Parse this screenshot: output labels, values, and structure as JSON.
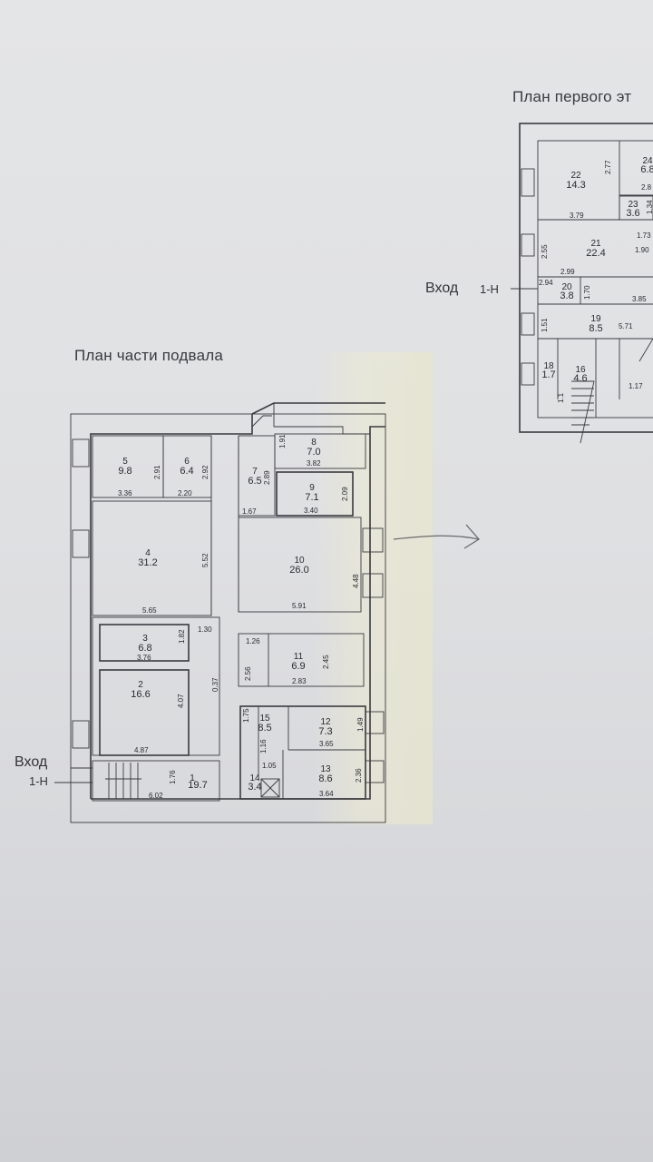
{
  "first_floor": {
    "title": "План первого эт",
    "entry_label": "Вход",
    "entry_code": "1-Н",
    "rooms": [
      {
        "num": "22",
        "area": "14.3"
      },
      {
        "num": "21",
        "area": "22.4"
      },
      {
        "num": "20",
        "area": "3.8"
      },
      {
        "num": "19",
        "area": "8.5"
      },
      {
        "num": "18",
        "area": "1.7"
      },
      {
        "num": "16",
        "area": "4.6"
      },
      {
        "num": "23",
        "area": "3.6"
      },
      {
        "num": "24",
        "area": "6.8"
      }
    ],
    "dims": [
      "2.77",
      "3.79",
      "2.55",
      "2.99",
      "2.94",
      "1.70",
      "1.51",
      "5.71",
      "3.85",
      "1.73",
      "1.90",
      "1.34",
      "2.8",
      "1.17",
      "1.1"
    ]
  },
  "basement": {
    "title": "План части подвала",
    "entry_label": "Вход",
    "entry_code": "1-Н",
    "rooms": [
      {
        "num": "5",
        "area": "9.8"
      },
      {
        "num": "6",
        "area": "6.4"
      },
      {
        "num": "7",
        "area": "6.5"
      },
      {
        "num": "8",
        "area": "7.0"
      },
      {
        "num": "9",
        "area": "7.1"
      },
      {
        "num": "4",
        "area": "31.2"
      },
      {
        "num": "10",
        "area": "26.0"
      },
      {
        "num": "3",
        "area": "6.8"
      },
      {
        "num": "11",
        "area": "6.9"
      },
      {
        "num": "2",
        "area": "16.6"
      },
      {
        "num": "15",
        "area": "8.5"
      },
      {
        "num": "12",
        "area": "7.3"
      },
      {
        "num": "13",
        "area": "8.6"
      },
      {
        "num": "1",
        "area": "19.7"
      },
      {
        "num": "14",
        "area": "3.4"
      }
    ],
    "dims": {
      "d_336": "3.36",
      "d_291": "2.91",
      "d_220": "2.20",
      "d_292": "2.92",
      "d_191": "1.91",
      "d_382": "3.82",
      "d_289": "2.89",
      "d_209": "2.09",
      "d_167": "1.67",
      "d_340": "3.40",
      "d_552": "5.52",
      "d_565": "5.65",
      "d_448": "4.48",
      "d_591": "5.91",
      "d_182": "1.82",
      "d_130": "1.30",
      "d_376": "3.76",
      "d_126": "1.26",
      "d_256": "2.56",
      "d_245": "2.45",
      "d_283": "2.83",
      "d_407": "4.07",
      "d_037": "0.37",
      "d_487": "4.87",
      "d_175": "1.75",
      "d_149": "1.49",
      "d_116": "1.16",
      "d_365": "3.65",
      "d_105": "1.05",
      "d_236": "2.36",
      "d_176": "1.76",
      "d_602": "6.02",
      "d_364": "3.64"
    }
  }
}
